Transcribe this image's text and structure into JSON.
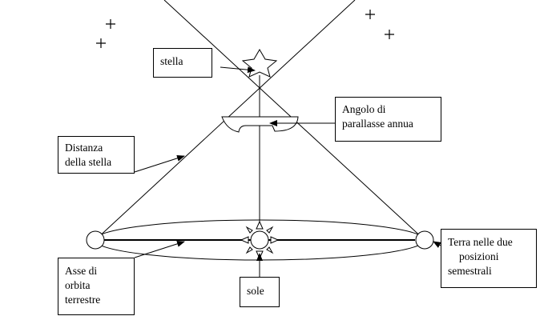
{
  "labels": {
    "stella": "stella",
    "angolo": [
      "Angolo di",
      "parallasse annua"
    ],
    "distanza": [
      "Distanza",
      "della stella"
    ],
    "asse": [
      "Asse di",
      "orbita",
      "terrestre"
    ],
    "sole": "sole",
    "terra": [
      "Terra nelle due",
      "posizioni",
      "semestrali"
    ]
  },
  "colors": {
    "line": "#000000",
    "background": "#ffffff"
  },
  "icons": [
    "star-icon",
    "sun-icon",
    "earth-icon",
    "sparkle-icon"
  ]
}
